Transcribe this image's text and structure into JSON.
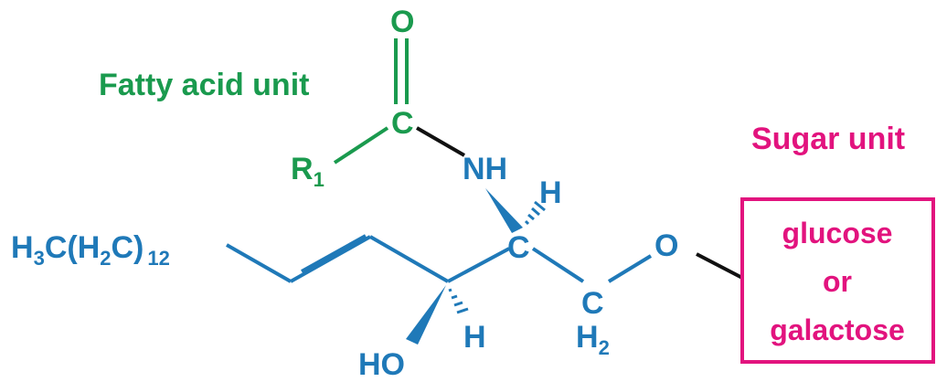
{
  "colors": {
    "fatty_acid": "#1a9a4e",
    "sphingosine": "#1f79b8",
    "sugar": "#e2137e",
    "link": "#111111"
  },
  "labels": {
    "fatty_acid_unit": "Fatty acid unit",
    "sugar_unit": "Sugar unit"
  },
  "fatty_acid": {
    "oxygen": "O",
    "carbon": "C",
    "r": "R",
    "r_sub": "1"
  },
  "amide": {
    "n": "NH"
  },
  "sphingosine": {
    "chain_a": "H",
    "chain_a_sub": "3",
    "chain_b": "C(H",
    "chain_b_sub": "2",
    "chain_c": "C)",
    "chain_c_sub": "12",
    "c2": "C",
    "c2_h": "H",
    "c3_h": "H",
    "ho": "HO",
    "c1": "C",
    "c1_h": "H",
    "c1_h_sub": "2",
    "oxygen": "O"
  },
  "sugar": {
    "line1": "glucose",
    "line2": "or",
    "line3": "galactose"
  }
}
